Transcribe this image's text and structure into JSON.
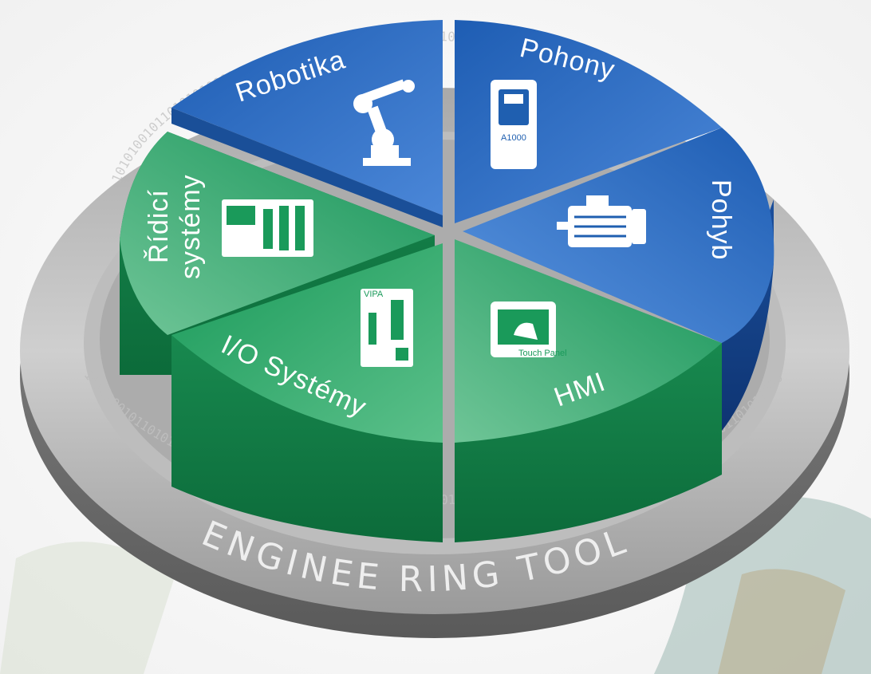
{
  "segments": {
    "robotika": {
      "label": "Robotika",
      "icon": "robot-arm-icon",
      "color": "#1f5fb0"
    },
    "pohony": {
      "label": "Pohony",
      "icon": "drive-unit-icon",
      "color": "#1f5fb0",
      "device_label": "A1000"
    },
    "pohyb": {
      "label": "Pohyb",
      "icon": "servo-motor-icon",
      "color": "#1f5fb0"
    },
    "ridici": {
      "label_line1": "Řídicí",
      "label_line2": "systémy",
      "icon": "plc-controller-icon",
      "color": "#1a9a5a"
    },
    "io": {
      "label": "I/O Systémy",
      "icon": "io-module-icon",
      "color": "#1a9a5a",
      "device_label": "VIPA"
    },
    "hmi": {
      "label": "HMI",
      "icon": "touch-panel-icon",
      "color": "#1a9a5a",
      "device_label": "Touch Panel"
    }
  },
  "ring": {
    "label": "ENGINEE RING TOOL",
    "binary_text": "1010100101101010100011010101101010100101010101001010101011010100110101010101010010110101001101011010101"
  }
}
